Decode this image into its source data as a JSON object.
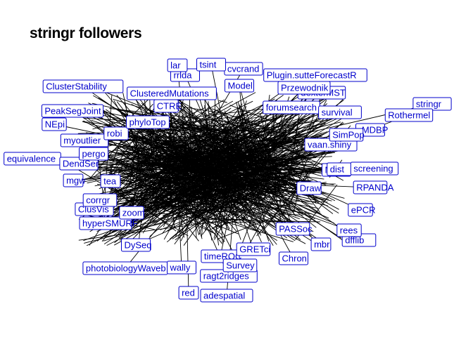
{
  "title": "stringr followers",
  "colors": {
    "node_text": "#0000cc",
    "node_border": "#0000cc",
    "edge": "#000000",
    "background": "#ffffff"
  },
  "nodes": [
    "stringr",
    "Rothermel",
    "cvcrand",
    "Plugin.sutteForecastR",
    "dexterMST",
    "ClusterStability",
    "PeakSegJoint",
    "NEpi",
    "equivalence",
    "DendSer",
    "mgw",
    "tea",
    "ClusVis",
    "hyperSMURF",
    "DySeq",
    "photobiologyWaveb",
    "wally",
    "red",
    "adespatial",
    "ragt2ridges",
    "timeROC",
    "GRETci",
    "Chron",
    "PASSoc",
    "ePCR",
    "RPANDA",
    "vaan.shiny",
    "NPMOD",
    "dist",
    "CTRE",
    "ClusteredMutations",
    "rrlda",
    "myoutlier",
    "pergo",
    "lar",
    "tsint",
    "forumsearch",
    "survival",
    "rMDBP",
    "screening",
    "corrgr",
    "zoom",
    "robi",
    "phyloTop",
    "Model",
    "Przewodnik",
    "dfflib",
    "SimPop",
    "Draw",
    "rees",
    "mbr",
    "Survey"
  ]
}
